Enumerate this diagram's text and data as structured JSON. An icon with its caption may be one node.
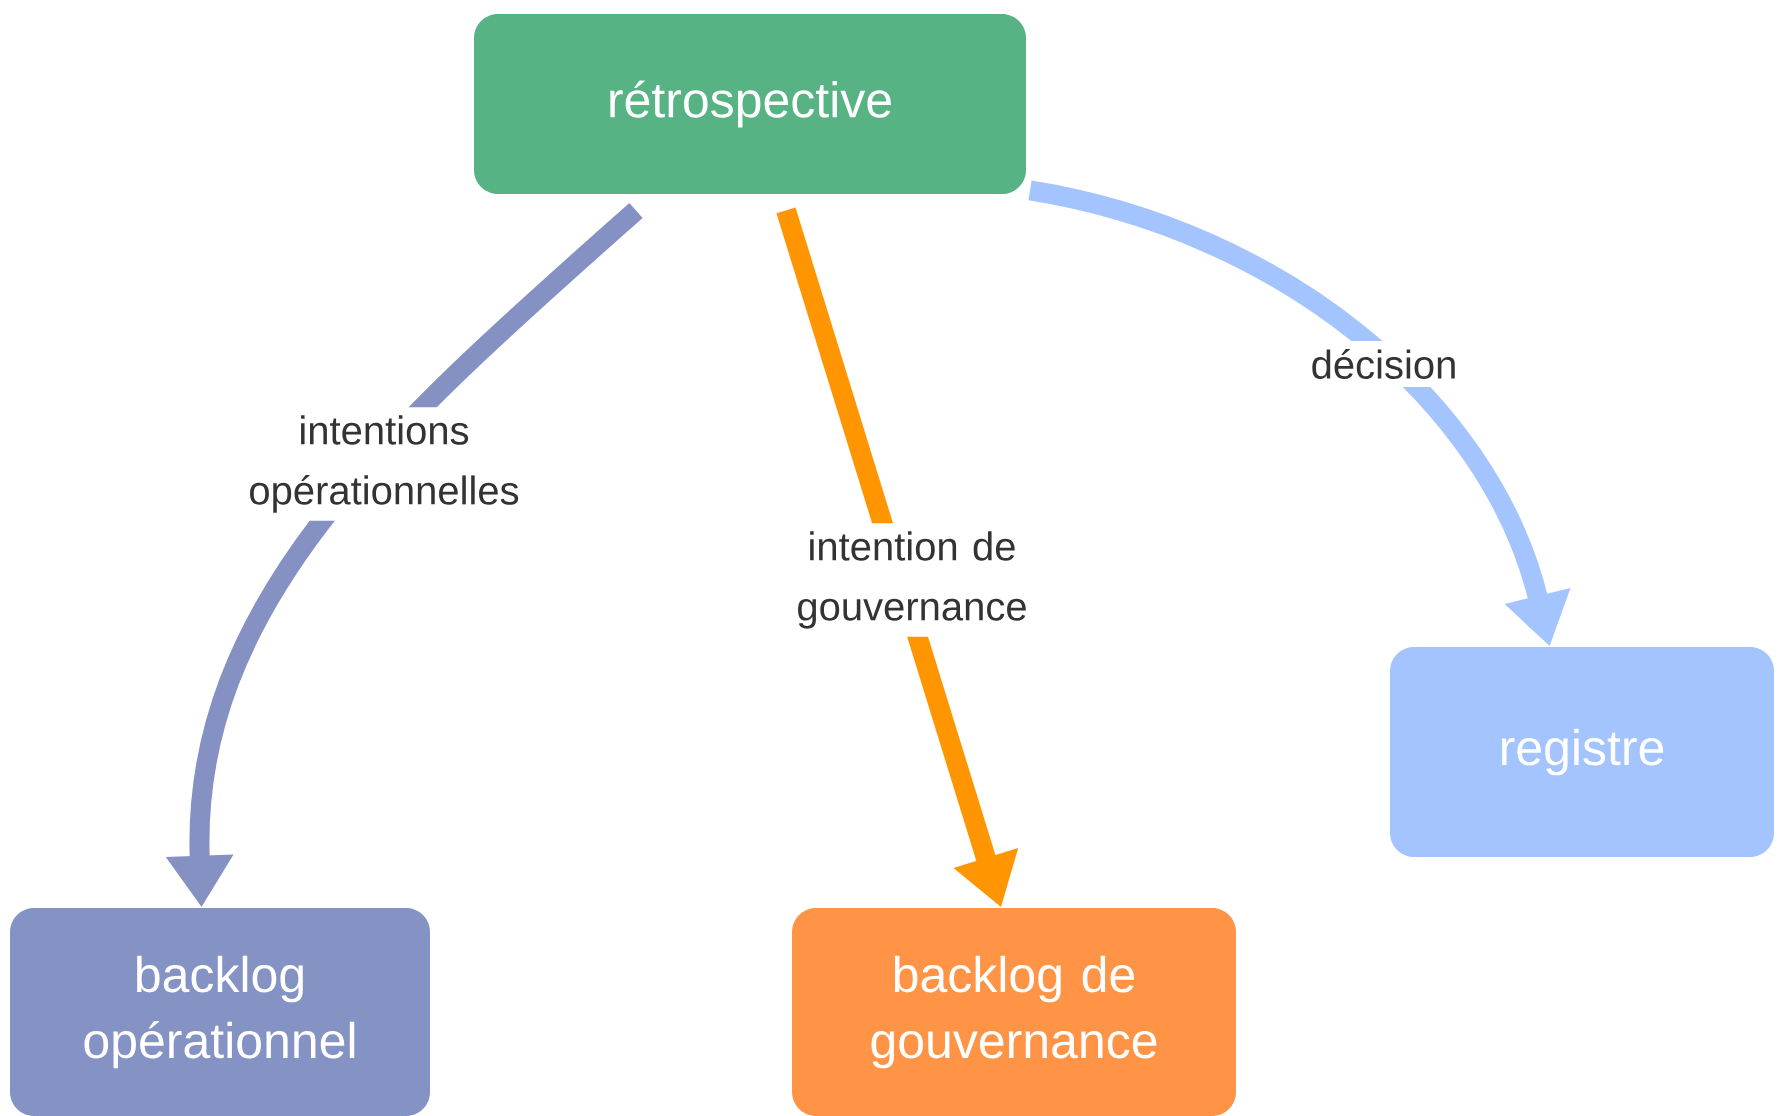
{
  "diagram": {
    "nodes": [
      {
        "text": [
          "rétrospective"
        ]
      },
      {
        "text": [
          "backlog opérationnel"
        ]
      },
      {
        "text": [
          "backlog de gouvernance"
        ]
      },
      {
        "text": [
          "registre"
        ]
      }
    ],
    "edges": [
      {
        "from": 0,
        "to": 1,
        "arrow": "to",
        "label": "intentions opérationnelles",
        "color": "#8591c3"
      },
      {
        "from": 0,
        "to": 2,
        "arrow": "to",
        "label": "intention de gouvernance",
        "color": "#ff9500"
      },
      {
        "from": 0,
        "to": 3,
        "arrow": "to",
        "label": "décision",
        "color": "#a3c4ff"
      }
    ]
  }
}
